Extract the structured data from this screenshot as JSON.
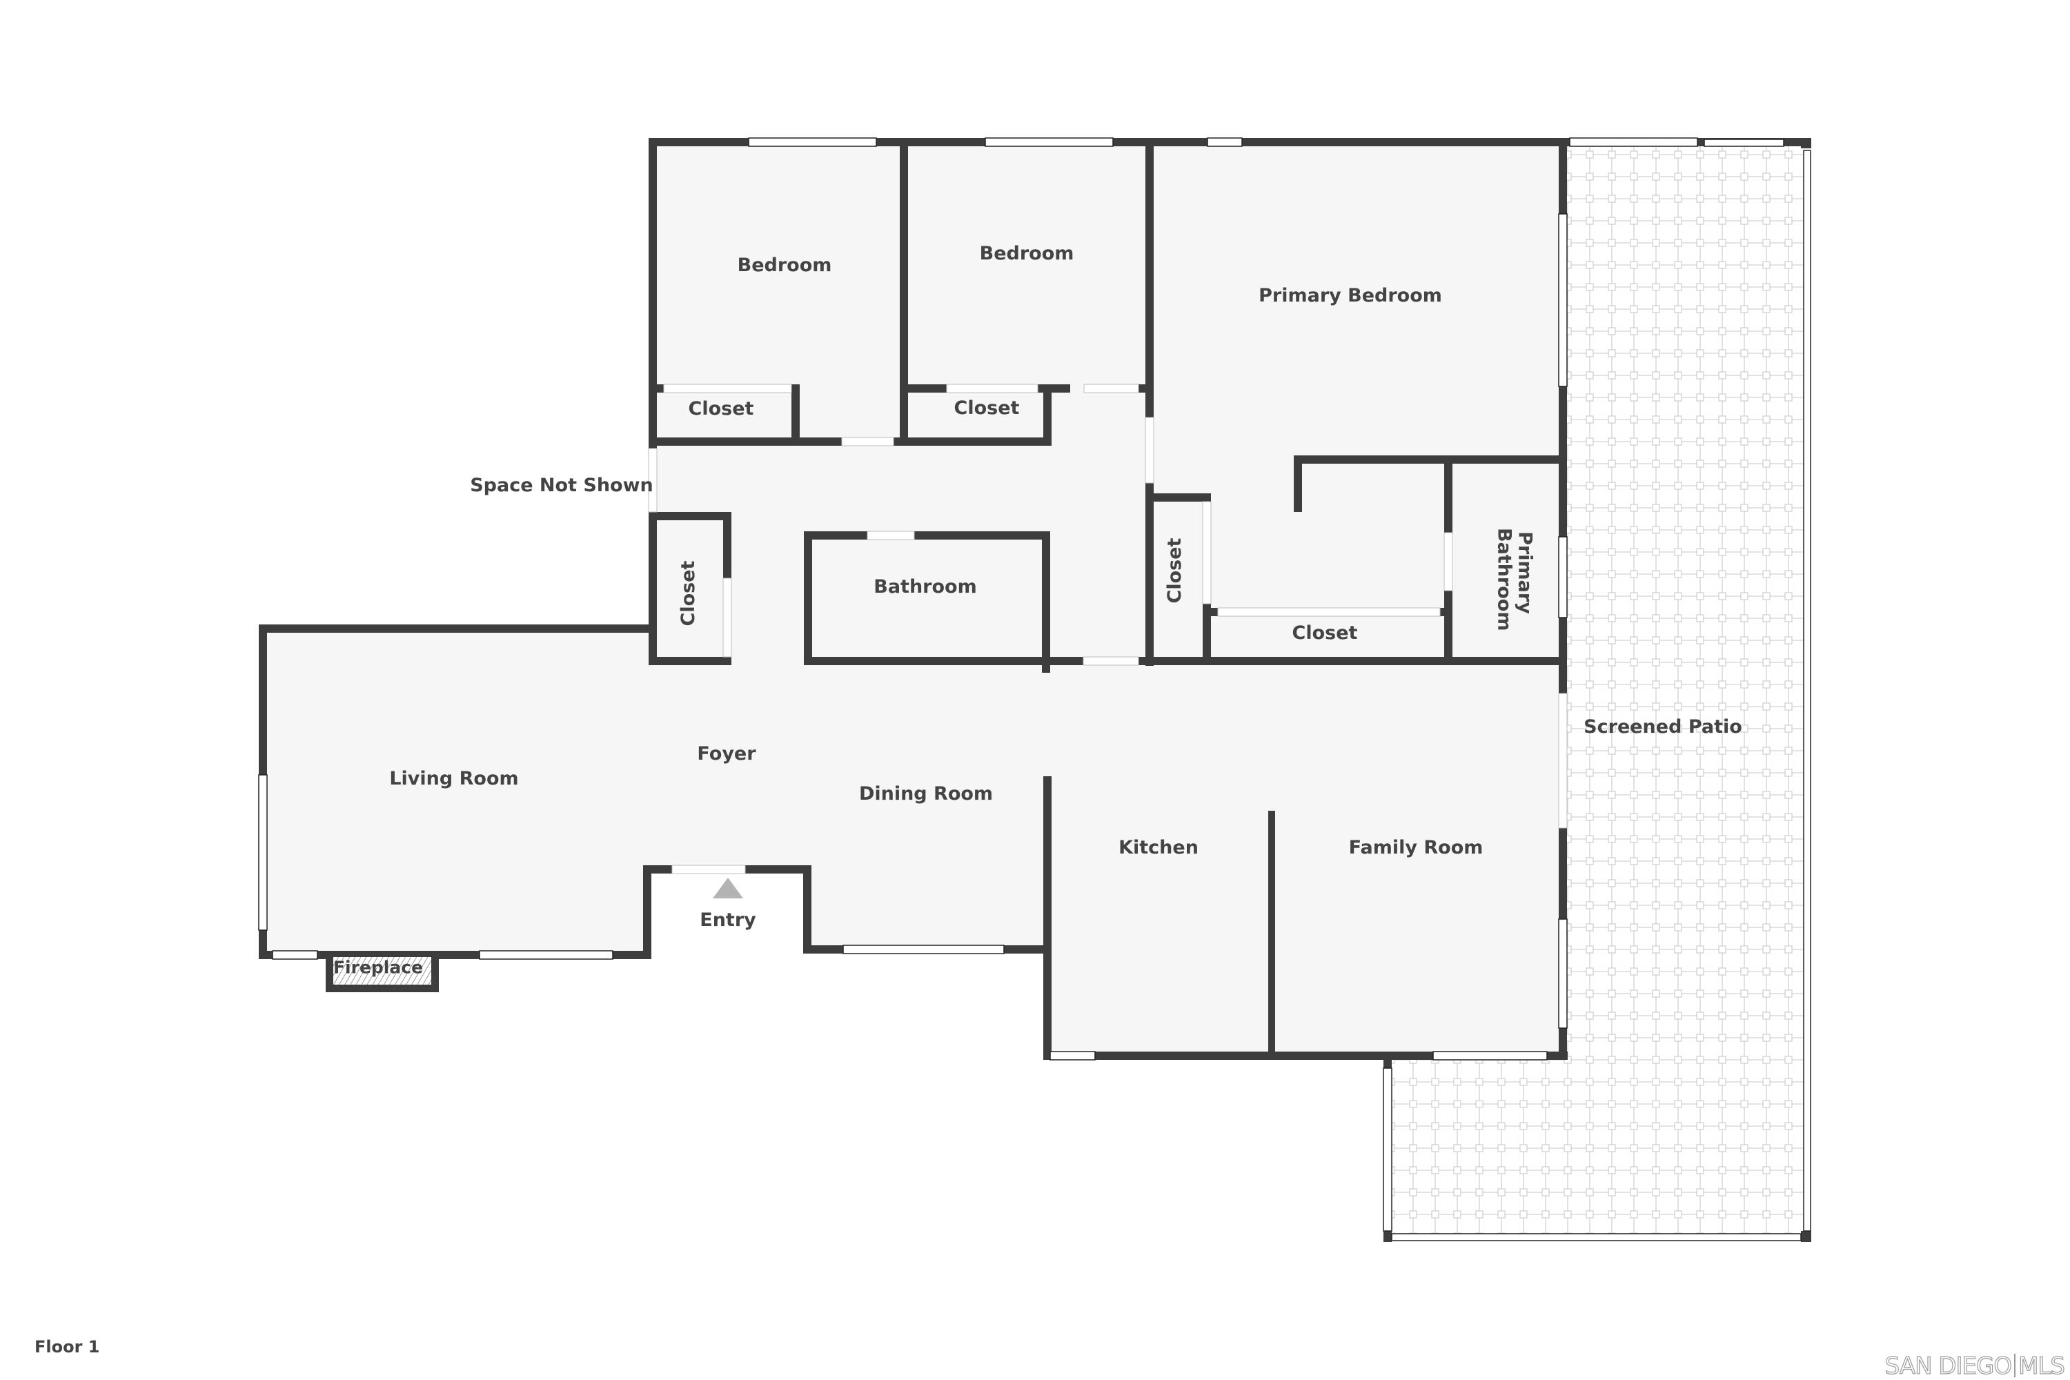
{
  "plan": {
    "floor_label": "Floor 1",
    "brand": {
      "left": "SAN DIEGO",
      "right": "MLS"
    },
    "colors": {
      "wall": "#3d3d3d",
      "floor": "#f6f6f6",
      "text": "#444444",
      "patio_tile": "#d9d9d9",
      "entry_arrow": "#b3b3b3"
    },
    "rooms": [
      {
        "id": "bedroom-1",
        "label": "Bedroom"
      },
      {
        "id": "bedroom-2",
        "label": "Bedroom"
      },
      {
        "id": "primary-bedroom",
        "label": "Primary Bedroom"
      },
      {
        "id": "closet-bedroom-1",
        "label": "Closet"
      },
      {
        "id": "closet-bedroom-2",
        "label": "Closet"
      },
      {
        "id": "space-not-shown",
        "label": "Space Not Shown"
      },
      {
        "id": "closet-hall",
        "label": "Closet"
      },
      {
        "id": "bathroom",
        "label": "Bathroom"
      },
      {
        "id": "closet-primary-vertical",
        "label": "Closet"
      },
      {
        "id": "closet-primary-horizontal",
        "label": "Closet"
      },
      {
        "id": "primary-bathroom",
        "label": "Primary Bathroom"
      },
      {
        "id": "screened-patio",
        "label": "Screened Patio"
      },
      {
        "id": "living-room",
        "label": "Living Room"
      },
      {
        "id": "foyer",
        "label": "Foyer"
      },
      {
        "id": "dining-room",
        "label": "Dining Room"
      },
      {
        "id": "kitchen",
        "label": "Kitchen"
      },
      {
        "id": "family-room",
        "label": "Family Room"
      },
      {
        "id": "entry",
        "label": "Entry"
      },
      {
        "id": "fireplace",
        "label": "Fireplace"
      }
    ]
  }
}
